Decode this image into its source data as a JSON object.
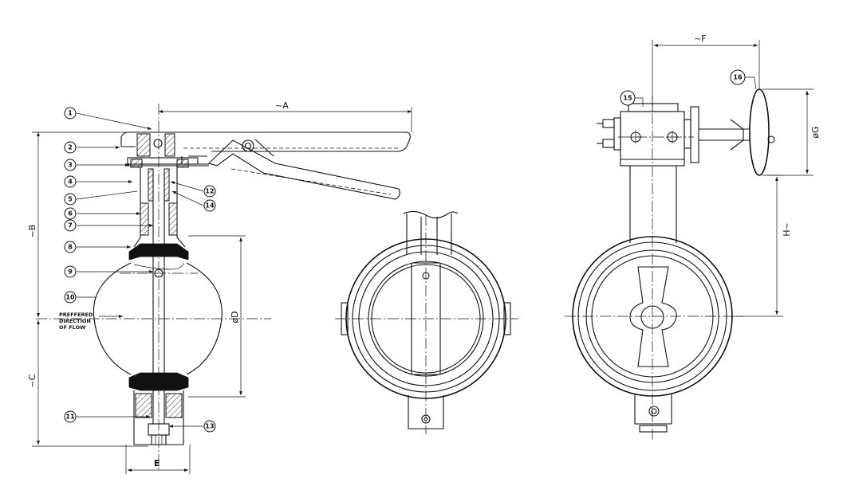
{
  "dimensions": {
    "A": "~A",
    "B": "~B",
    "C": "~C",
    "D": "øD",
    "E": "E",
    "F": "~F",
    "G": "øG",
    "H": "H~"
  },
  "flow_note": {
    "line1": "PREFFERED",
    "line2": "DIRECTION",
    "line3": "OF FLOW"
  },
  "balloons": [
    "1",
    "2",
    "3",
    "4",
    "5",
    "6",
    "7",
    "8",
    "9",
    "10",
    "11",
    "12",
    "13",
    "14",
    "15",
    "16"
  ]
}
